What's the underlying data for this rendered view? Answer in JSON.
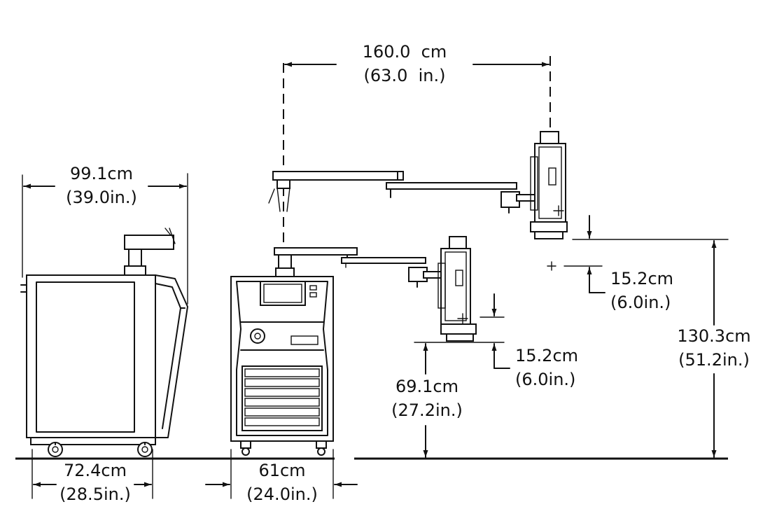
{
  "dimensions": {
    "cart_height": {
      "metric": "99.1cm",
      "imperial": "(39.0in.)"
    },
    "arm_reach": {
      "metric": "160.0  cm",
      "imperial": "(63.0  in.)"
    },
    "cart_depth": {
      "metric": "72.4cm",
      "imperial": "(28.5in.)"
    },
    "cart_width": {
      "metric": "61cm",
      "imperial": "(24.0in.)"
    },
    "head_offset_upper": {
      "metric": "15.2cm",
      "imperial": "(6.0in.)"
    },
    "head_offset_lower": {
      "metric": "15.2cm",
      "imperial": "(6.0in.)"
    },
    "lower_head_height": {
      "metric": "69.1cm",
      "imperial": "(27.2in.)"
    },
    "upper_head_height": {
      "metric": "130.3cm",
      "imperial": "(51.2in.)"
    }
  }
}
